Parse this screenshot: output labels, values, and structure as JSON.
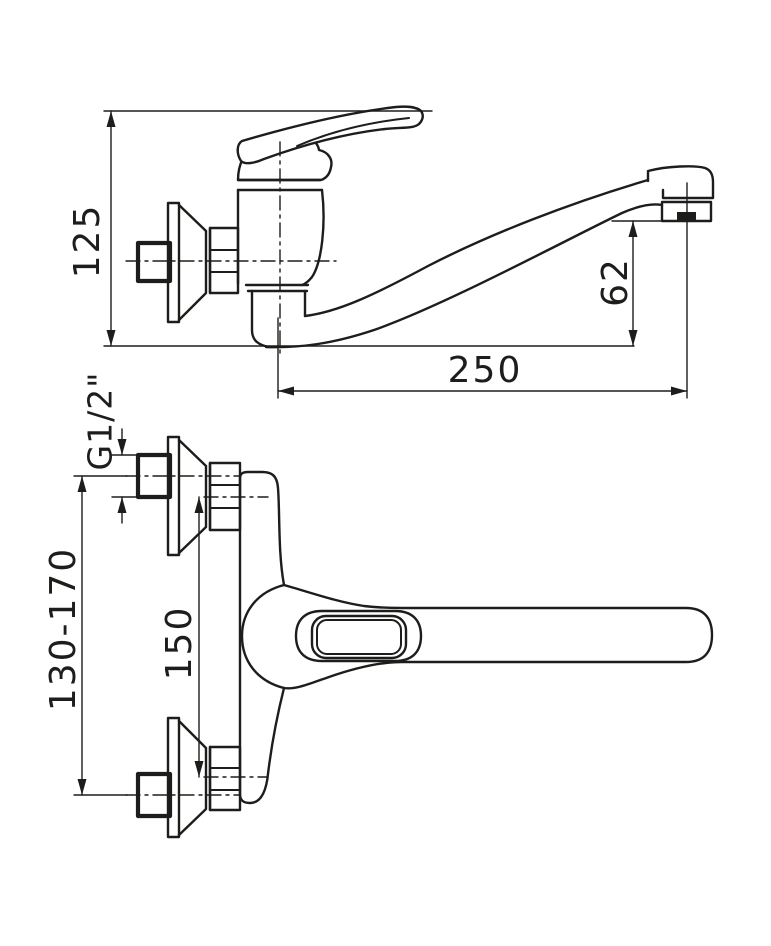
{
  "canvas": {
    "background": "#ffffff",
    "line_color": "#1d1d1b"
  },
  "drawing": {
    "side_view": {
      "dim_total_height": {
        "label": "125"
      },
      "dim_spout_height": {
        "label": "62"
      },
      "dim_spout_reach": {
        "label": "250"
      }
    },
    "plan_view": {
      "dim_thread": {
        "label": "G1/2\""
      },
      "dim_wall_centers": {
        "label": "130-170"
      },
      "dim_body_centers": {
        "label": "150"
      }
    }
  }
}
